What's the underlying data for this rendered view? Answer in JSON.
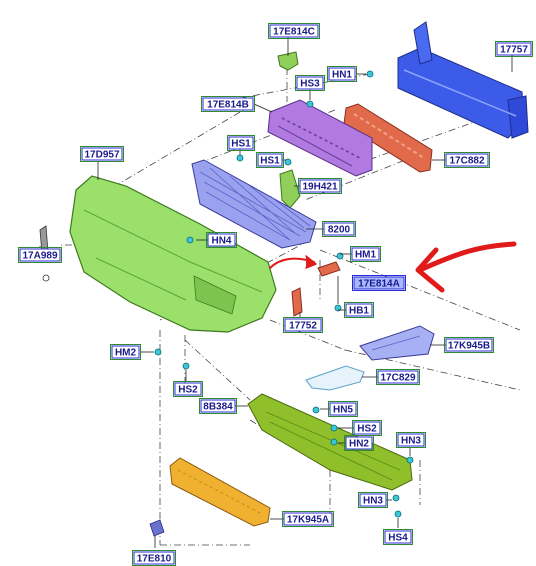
{
  "colors": {
    "label_green_border": "#2e8b2e",
    "label_blue_border": "#2b2bd6",
    "label_text": "#1a1a8c",
    "highlight_fill": "#a8b8ff",
    "red_arrow": "#e11a1a",
    "bumper_green": "#9ae06a",
    "grille_blue": "#9aa2f0",
    "reinforcement_blue": "#3b5be8",
    "absorber_orange": "#e06a4a",
    "bracket_purple": "#b07ae0",
    "shield_olive": "#8fbf2a",
    "deflector_yellow": "#f0b030",
    "clip_cyan": "#3ac8d8"
  },
  "labels": {
    "l_17E814C": "17E814C",
    "l_17757": "17757",
    "l_HN1": "HN1",
    "l_HS3": "HS3",
    "l_17E814B": "17E814B",
    "l_17C882": "17C882",
    "l_17D957": "17D957",
    "l_HS1a": "HS1",
    "l_HS1b": "HS1",
    "l_19H421": "19H421",
    "l_8200": "8200",
    "l_HN4": "HN4",
    "l_17A989": "17A989",
    "l_HM1": "HM1",
    "l_17E814A": "17E814A",
    "l_HB1": "HB1",
    "l_17752": "17752",
    "l_17K945B": "17K945B",
    "l_HM2": "HM2",
    "l_17C829": "17C829",
    "l_HS2a": "HS2",
    "l_8B384": "8B384",
    "l_HN5": "HN5",
    "l_HS2b": "HS2",
    "l_HN2": "HN2",
    "l_HN3a": "HN3",
    "l_HN3b": "HN3",
    "l_HS4": "HS4",
    "l_17K945A": "17K945A",
    "l_17E810": "17E810"
  }
}
